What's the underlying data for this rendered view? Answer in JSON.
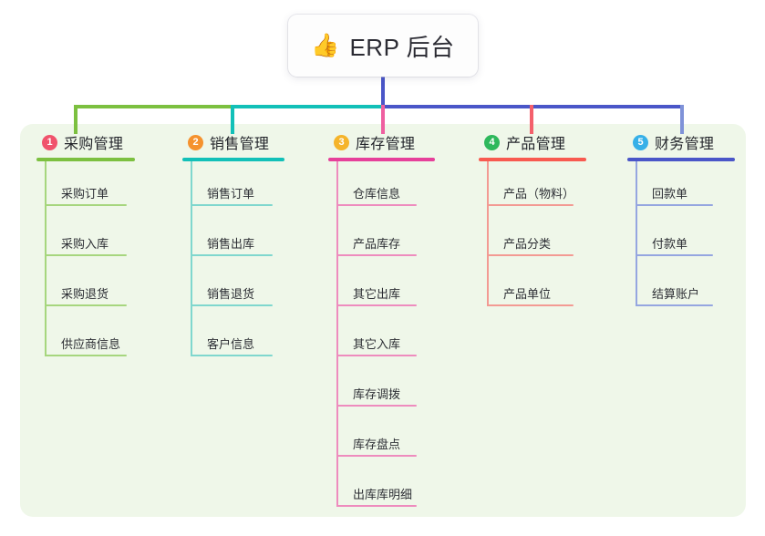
{
  "diagram": {
    "type": "mindmap",
    "background_color": "#ffffff",
    "panel_color": "#eff7e9",
    "root": {
      "icon": "thumbs-up-icon",
      "icon_glyph": "👍",
      "title": "ERP 后台",
      "card_color": "#fdfdfd",
      "stem_color": "#4a56c8"
    },
    "trunk": {
      "segments": [
        {
          "color": "#7cc040"
        },
        {
          "color": "#12c0b8"
        },
        {
          "color": "#4a56c8"
        }
      ]
    },
    "branches": [
      {
        "number": "1",
        "title": "采购管理",
        "badge_color": "#f0536c",
        "line_color": "#7cc040",
        "child_line_color": "#a6d67e",
        "drop_color": "#7cc040",
        "children": [
          {
            "label": "采购订单"
          },
          {
            "label": "采购入库"
          },
          {
            "label": "采购退货"
          },
          {
            "label": "供应商信息"
          }
        ]
      },
      {
        "number": "2",
        "title": "销售管理",
        "badge_color": "#f5922e",
        "line_color": "#12c0b8",
        "child_line_color": "#7fd7ce",
        "drop_color": "#12c0b8",
        "children": [
          {
            "label": "销售订单"
          },
          {
            "label": "销售出库"
          },
          {
            "label": "销售退货"
          },
          {
            "label": "客户信息"
          }
        ]
      },
      {
        "number": "3",
        "title": "库存管理",
        "badge_color": "#f5b42a",
        "line_color": "#e6409a",
        "child_line_color": "#ee8cbe",
        "drop_color": "#ef5fa0",
        "children": [
          {
            "label": "仓库信息"
          },
          {
            "label": "产品库存"
          },
          {
            "label": "其它出库"
          },
          {
            "label": "其它入库"
          },
          {
            "label": "库存调拨"
          },
          {
            "label": "库存盘点"
          },
          {
            "label": "出库库明细"
          }
        ]
      },
      {
        "number": "4",
        "title": "产品管理",
        "badge_color": "#2eb85c",
        "line_color": "#f85a50",
        "child_line_color": "#f39a93",
        "drop_color": "#f4606c",
        "children": [
          {
            "label": "产品（物料）"
          },
          {
            "label": "产品分类"
          },
          {
            "label": "产品单位"
          }
        ]
      },
      {
        "number": "5",
        "title": "财务管理",
        "badge_color": "#36b0e8",
        "line_color": "#4a56c8",
        "child_line_color": "#95a6e0",
        "drop_color": "#7f92d8",
        "children": [
          {
            "label": "回款单"
          },
          {
            "label": "付款单"
          },
          {
            "label": "结算账户"
          }
        ]
      }
    ]
  }
}
